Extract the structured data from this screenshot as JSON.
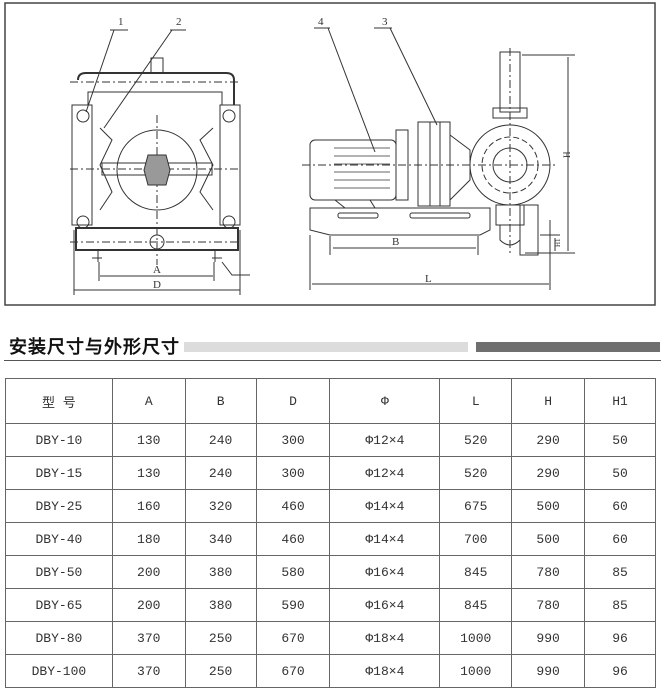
{
  "drawing": {
    "callouts": [
      "1",
      "2",
      "3",
      "4"
    ],
    "dimensions": {
      "A": "A",
      "B": "B",
      "D": "D",
      "L": "L",
      "H": "H",
      "H1": "H1"
    }
  },
  "section": {
    "title": "安装尺寸与外形尺寸"
  },
  "table": {
    "headers": [
      "型 号",
      "A",
      "B",
      "D",
      "Φ",
      "L",
      "H",
      "H1"
    ],
    "rows": [
      [
        "DBY-10",
        "130",
        "240",
        "300",
        "Φ12×4",
        "520",
        "290",
        "50"
      ],
      [
        "DBY-15",
        "130",
        "240",
        "300",
        "Φ12×4",
        "520",
        "290",
        "50"
      ],
      [
        "DBY-25",
        "160",
        "320",
        "460",
        "Φ14×4",
        "675",
        "500",
        "60"
      ],
      [
        "DBY-40",
        "180",
        "340",
        "460",
        "Φ14×4",
        "700",
        "500",
        "60"
      ],
      [
        "DBY-50",
        "200",
        "380",
        "580",
        "Φ16×4",
        "845",
        "780",
        "85"
      ],
      [
        "DBY-65",
        "200",
        "380",
        "590",
        "Φ16×4",
        "845",
        "780",
        "85"
      ],
      [
        "DBY-80",
        "370",
        "250",
        "670",
        "Φ18×4",
        "1000",
        "990",
        "96"
      ],
      [
        "DBY-100",
        "370",
        "250",
        "670",
        "Φ18×4",
        "1000",
        "990",
        "96"
      ]
    ]
  }
}
